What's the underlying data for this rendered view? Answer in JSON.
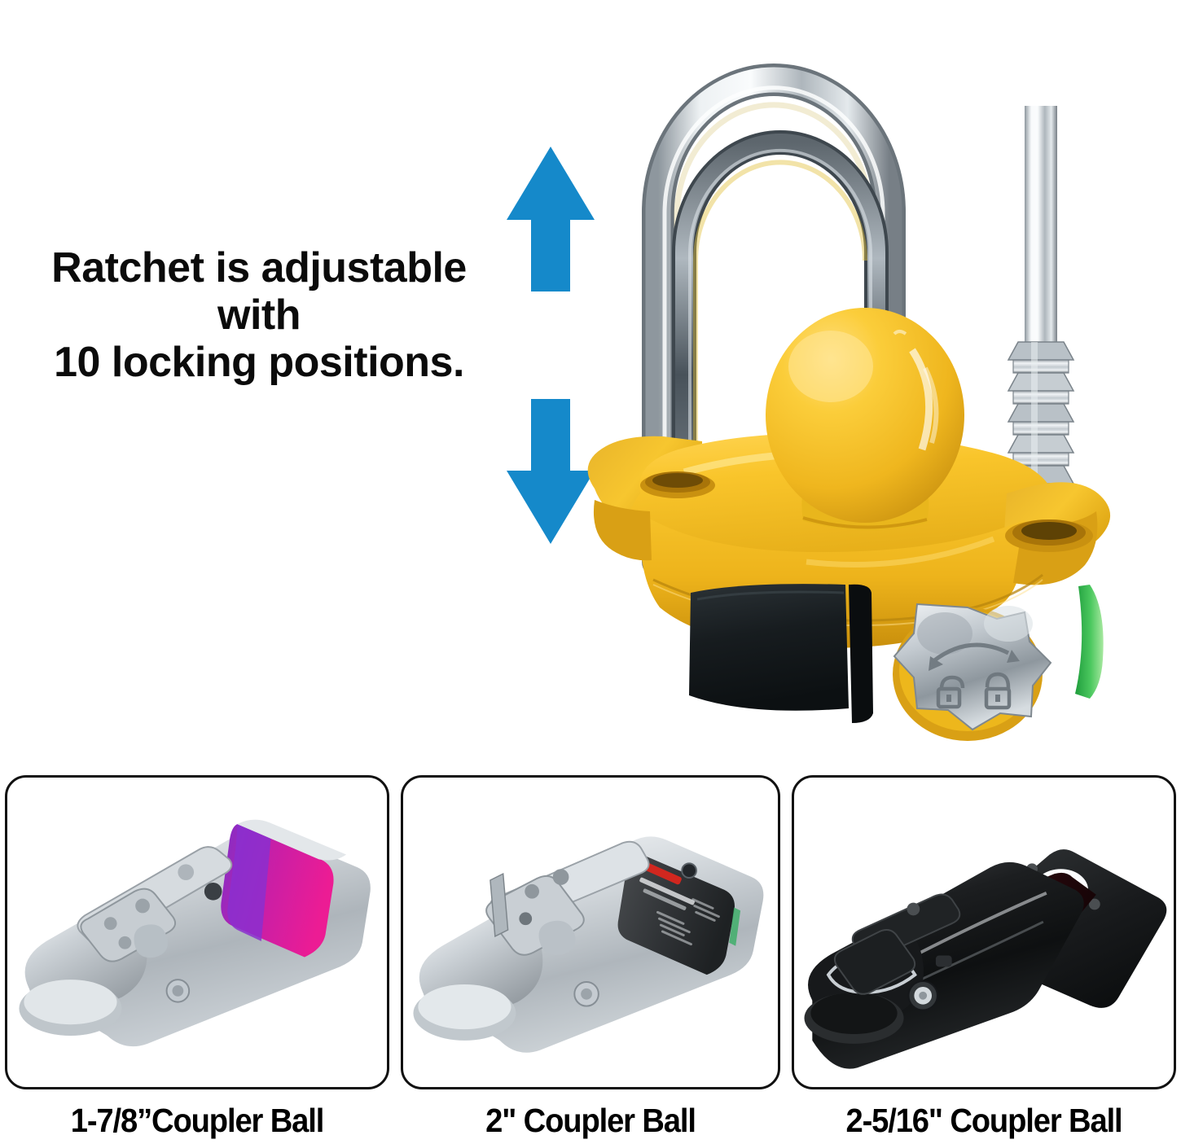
{
  "headline": {
    "line1": "Ratchet is adjustable",
    "line2": "with",
    "line3": "10 locking positions."
  },
  "arrows": {
    "color": "#1589CA",
    "up_name": "up-arrow",
    "down_name": "down-arrow"
  },
  "hero": {
    "name": "trailer-coupler-lock",
    "body_color": "#F8C62A",
    "body_shadow_color": "#D9971C",
    "ball_color": "#F7C72E",
    "chrome_color": "#C9CFD4",
    "rubber_pad_color": "#1D2224",
    "sticker_color": "#2FB34A",
    "key_knob": {
      "name": "key-lock-knob",
      "unlocked_icon": "open-padlock-icon",
      "locked_icon": "closed-padlock-icon",
      "rotate_icon": "curved-arrow-icon"
    }
  },
  "panels": [
    {
      "name": "coupler-panel-1",
      "caption": "1-7/8”Coupler Ball",
      "body_color": "#C9CDD1",
      "accent_color": "#E6199E",
      "accent_color_2": "#8B2FCF",
      "label_text_color": "#ffffff"
    },
    {
      "name": "coupler-panel-2",
      "caption": "2\" Coupler Ball",
      "body_color": "#CBCFD3",
      "accent_color": "#3A3A3A",
      "accent_color_2": "#D1271F",
      "label_text_color": "#ffffff"
    },
    {
      "name": "coupler-panel-3",
      "caption": "2-5/16\" Coupler Ball",
      "body_color": "#1A1A1C",
      "accent_color": "#C8102E",
      "accent_color_2": "#2C2C2E",
      "label_text_color": "#ffffff"
    }
  ]
}
